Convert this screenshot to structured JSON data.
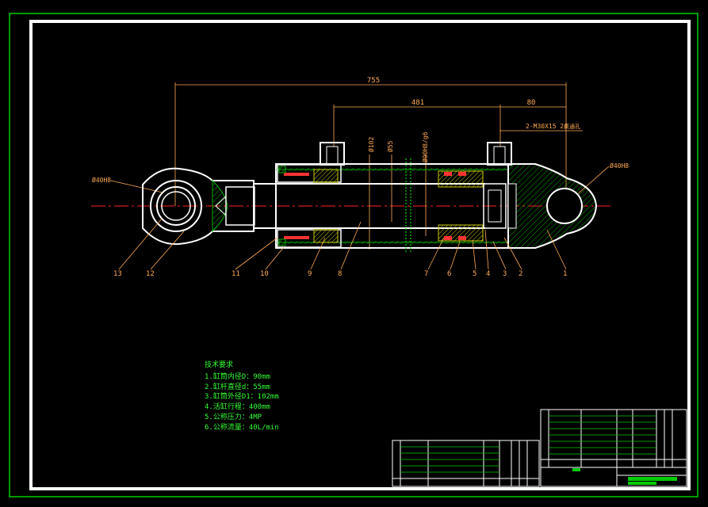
{
  "dimensions": {
    "overall": "755",
    "stroke": "481",
    "head_offset": "80",
    "port_thread": "2-M30X15 24",
    "port_note": "贯通孔",
    "bore_dia": "Ø102",
    "rod_dia": "Ø55",
    "fit": "Ø90H8/g6",
    "pin_left": "Ø40H8",
    "pin_right": "Ø40H8"
  },
  "part_numbers": [
    "13",
    "12",
    "11",
    "10",
    "9",
    "8",
    "7",
    "6",
    "5",
    "4",
    "3",
    "2",
    "1"
  ],
  "tech_requirements": {
    "title": "技术要求",
    "items": [
      "1.缸筒内径D：90mm",
      "2.缸杆直径d：55mm",
      "3.缸筒外径D1：102mm",
      "4.活缸行程：400mm",
      "5.公称压力：4MP",
      "6.公称流量：40L/min"
    ]
  },
  "colors": {
    "frame": "#ffffff",
    "outer_border": "#00cc00",
    "outline": "#ffffff",
    "hatch": "#00aa00",
    "center_line": "#ff2222",
    "dimension": "#ffaa55",
    "text_green": "#33ff33",
    "seal": "#ff3333",
    "fill_yellow": "#cccc00"
  }
}
